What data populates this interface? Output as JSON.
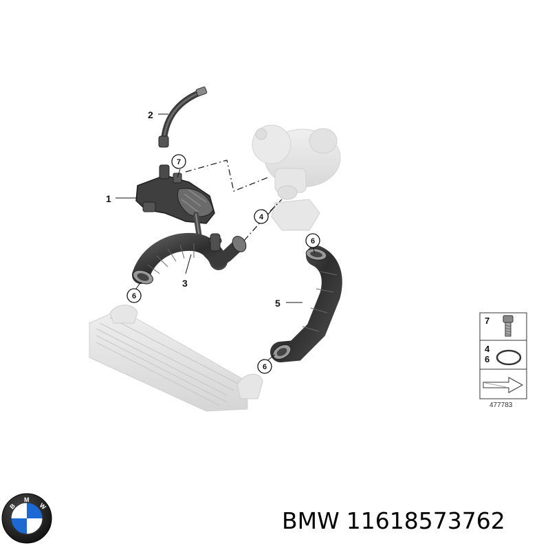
{
  "diagram": {
    "callouts": {
      "p1": "1",
      "p2": "2",
      "p3": "3",
      "p4": "4",
      "p5": "5",
      "p6a": "6",
      "p6b": "6",
      "p6c": "6",
      "p7": "7"
    },
    "legend": {
      "item_bolt": "7",
      "item_ring_a": "4",
      "item_ring_b": "6",
      "catalog_number": "477783"
    }
  },
  "footer": {
    "brand": "BMW",
    "part_number": "11618573762",
    "logo_letters": [
      "B",
      "M",
      "W"
    ]
  },
  "colors": {
    "part_dark": "#3a3a3a",
    "part_light": "#d4d4d4",
    "outline": "#333333",
    "logo_blue": "#1c69d4",
    "logo_ring": "#1a1a1a"
  }
}
